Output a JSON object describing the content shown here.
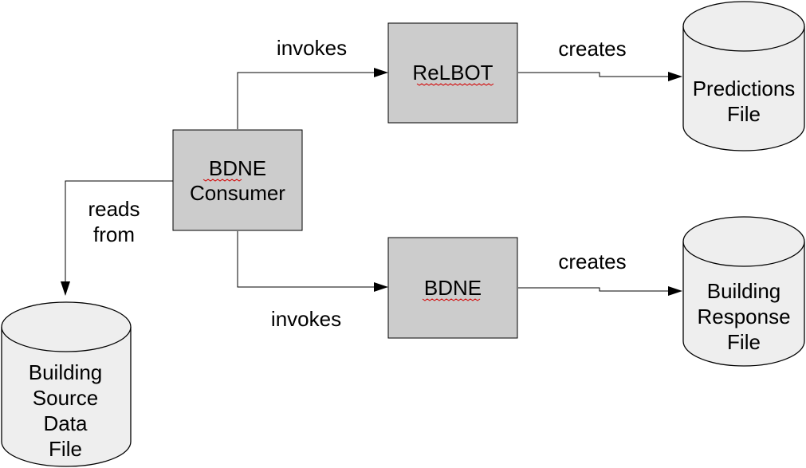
{
  "nodes": {
    "bdne_consumer": {
      "lines": [
        "BDNE",
        "Consumer"
      ]
    },
    "relbot": {
      "lines": [
        "ReLBOT"
      ]
    },
    "bdne": {
      "lines": [
        "BDNE"
      ]
    }
  },
  "files": {
    "predictions": {
      "lines": [
        "Predictions",
        "File"
      ]
    },
    "building_response": {
      "lines": [
        "Building",
        "Response",
        "File"
      ]
    },
    "building_source": {
      "lines": [
        "Building",
        "Source",
        "Data",
        "File"
      ]
    }
  },
  "edges": {
    "invokes_relbot": "invokes",
    "invokes_bdne": "invokes",
    "creates_predictions": "creates",
    "creates_building_response": "creates",
    "reads_from": [
      "reads",
      "from"
    ]
  },
  "colors": {
    "box_fill": "#cccccc",
    "cylinder_fill": "#eeeeee",
    "line": "#000000",
    "spellcheck_underline": "#d40000"
  }
}
